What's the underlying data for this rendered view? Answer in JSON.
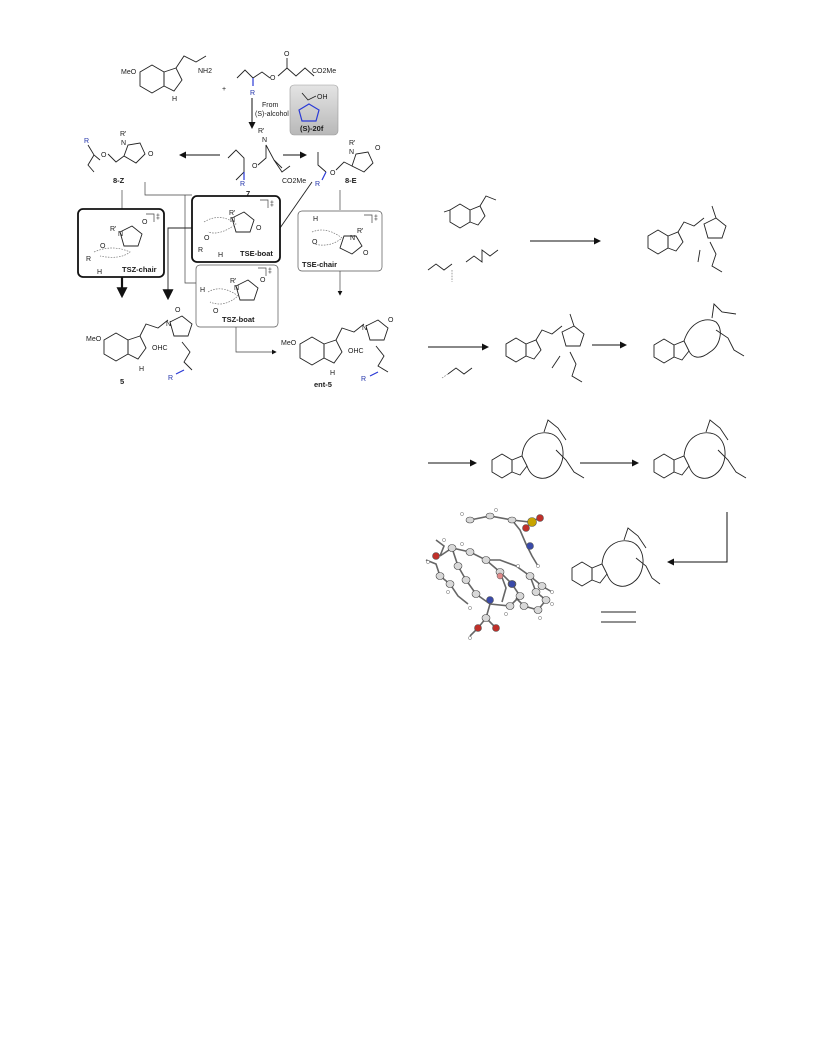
{
  "left_scheme": {
    "tryptamine_substituent": "MeO",
    "nh2_label": "NH2",
    "nh_label": "H",
    "ketone_o": "O",
    "ester_label": "CO2Me",
    "r_label": "R",
    "plus": "+",
    "from_label_line1": "From",
    "from_label_line2": "(S)-alcohol",
    "alcohol_oh": "OH",
    "alcohol_label": "(S)-20f",
    "imine_n": "N",
    "imine_rprime": "R'",
    "imine_o": "O",
    "imine_ester": "CO2Me",
    "compound_7": "7",
    "compound_8z": "8-Z",
    "compound_8e": "8-E",
    "ts_z_chair": "TSZ-chair",
    "ts_e_boat": "TSE-boat",
    "ts_e_chair": "TSE-chair",
    "ts_z_boat": "TSZ-boat",
    "double_dagger": "‡",
    "compound_5": "5",
    "compound_ent5": "ent-5",
    "ohc": "OHC",
    "lactam_o": "O",
    "lactam_n": "N",
    "h_label": "H",
    "prime_r": "R'"
  },
  "colors": {
    "accent_blue": "#2a3ad6",
    "ink": "#1a1a1a",
    "gray_box": "#c8c8c8"
  }
}
